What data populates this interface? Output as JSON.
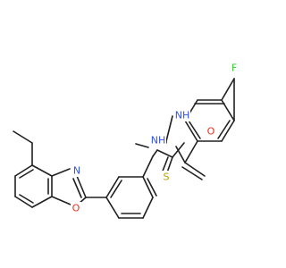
{
  "molecule": {
    "atoms": {
      "F": {
        "text": "F",
        "color": "#33cc33"
      },
      "O_carbonyl": {
        "text": "O",
        "color": "#e8301e"
      },
      "NH_amide": {
        "text": "NH",
        "color": "#3050f8"
      },
      "S": {
        "text": "S",
        "color": "#b8a000"
      },
      "NH_thio": {
        "text": "NH",
        "color": "#3050f8"
      },
      "N_oxazole": {
        "text": "N",
        "color": "#3050f8"
      },
      "O_oxazole": {
        "text": "O",
        "color": "#e8301e"
      }
    }
  }
}
